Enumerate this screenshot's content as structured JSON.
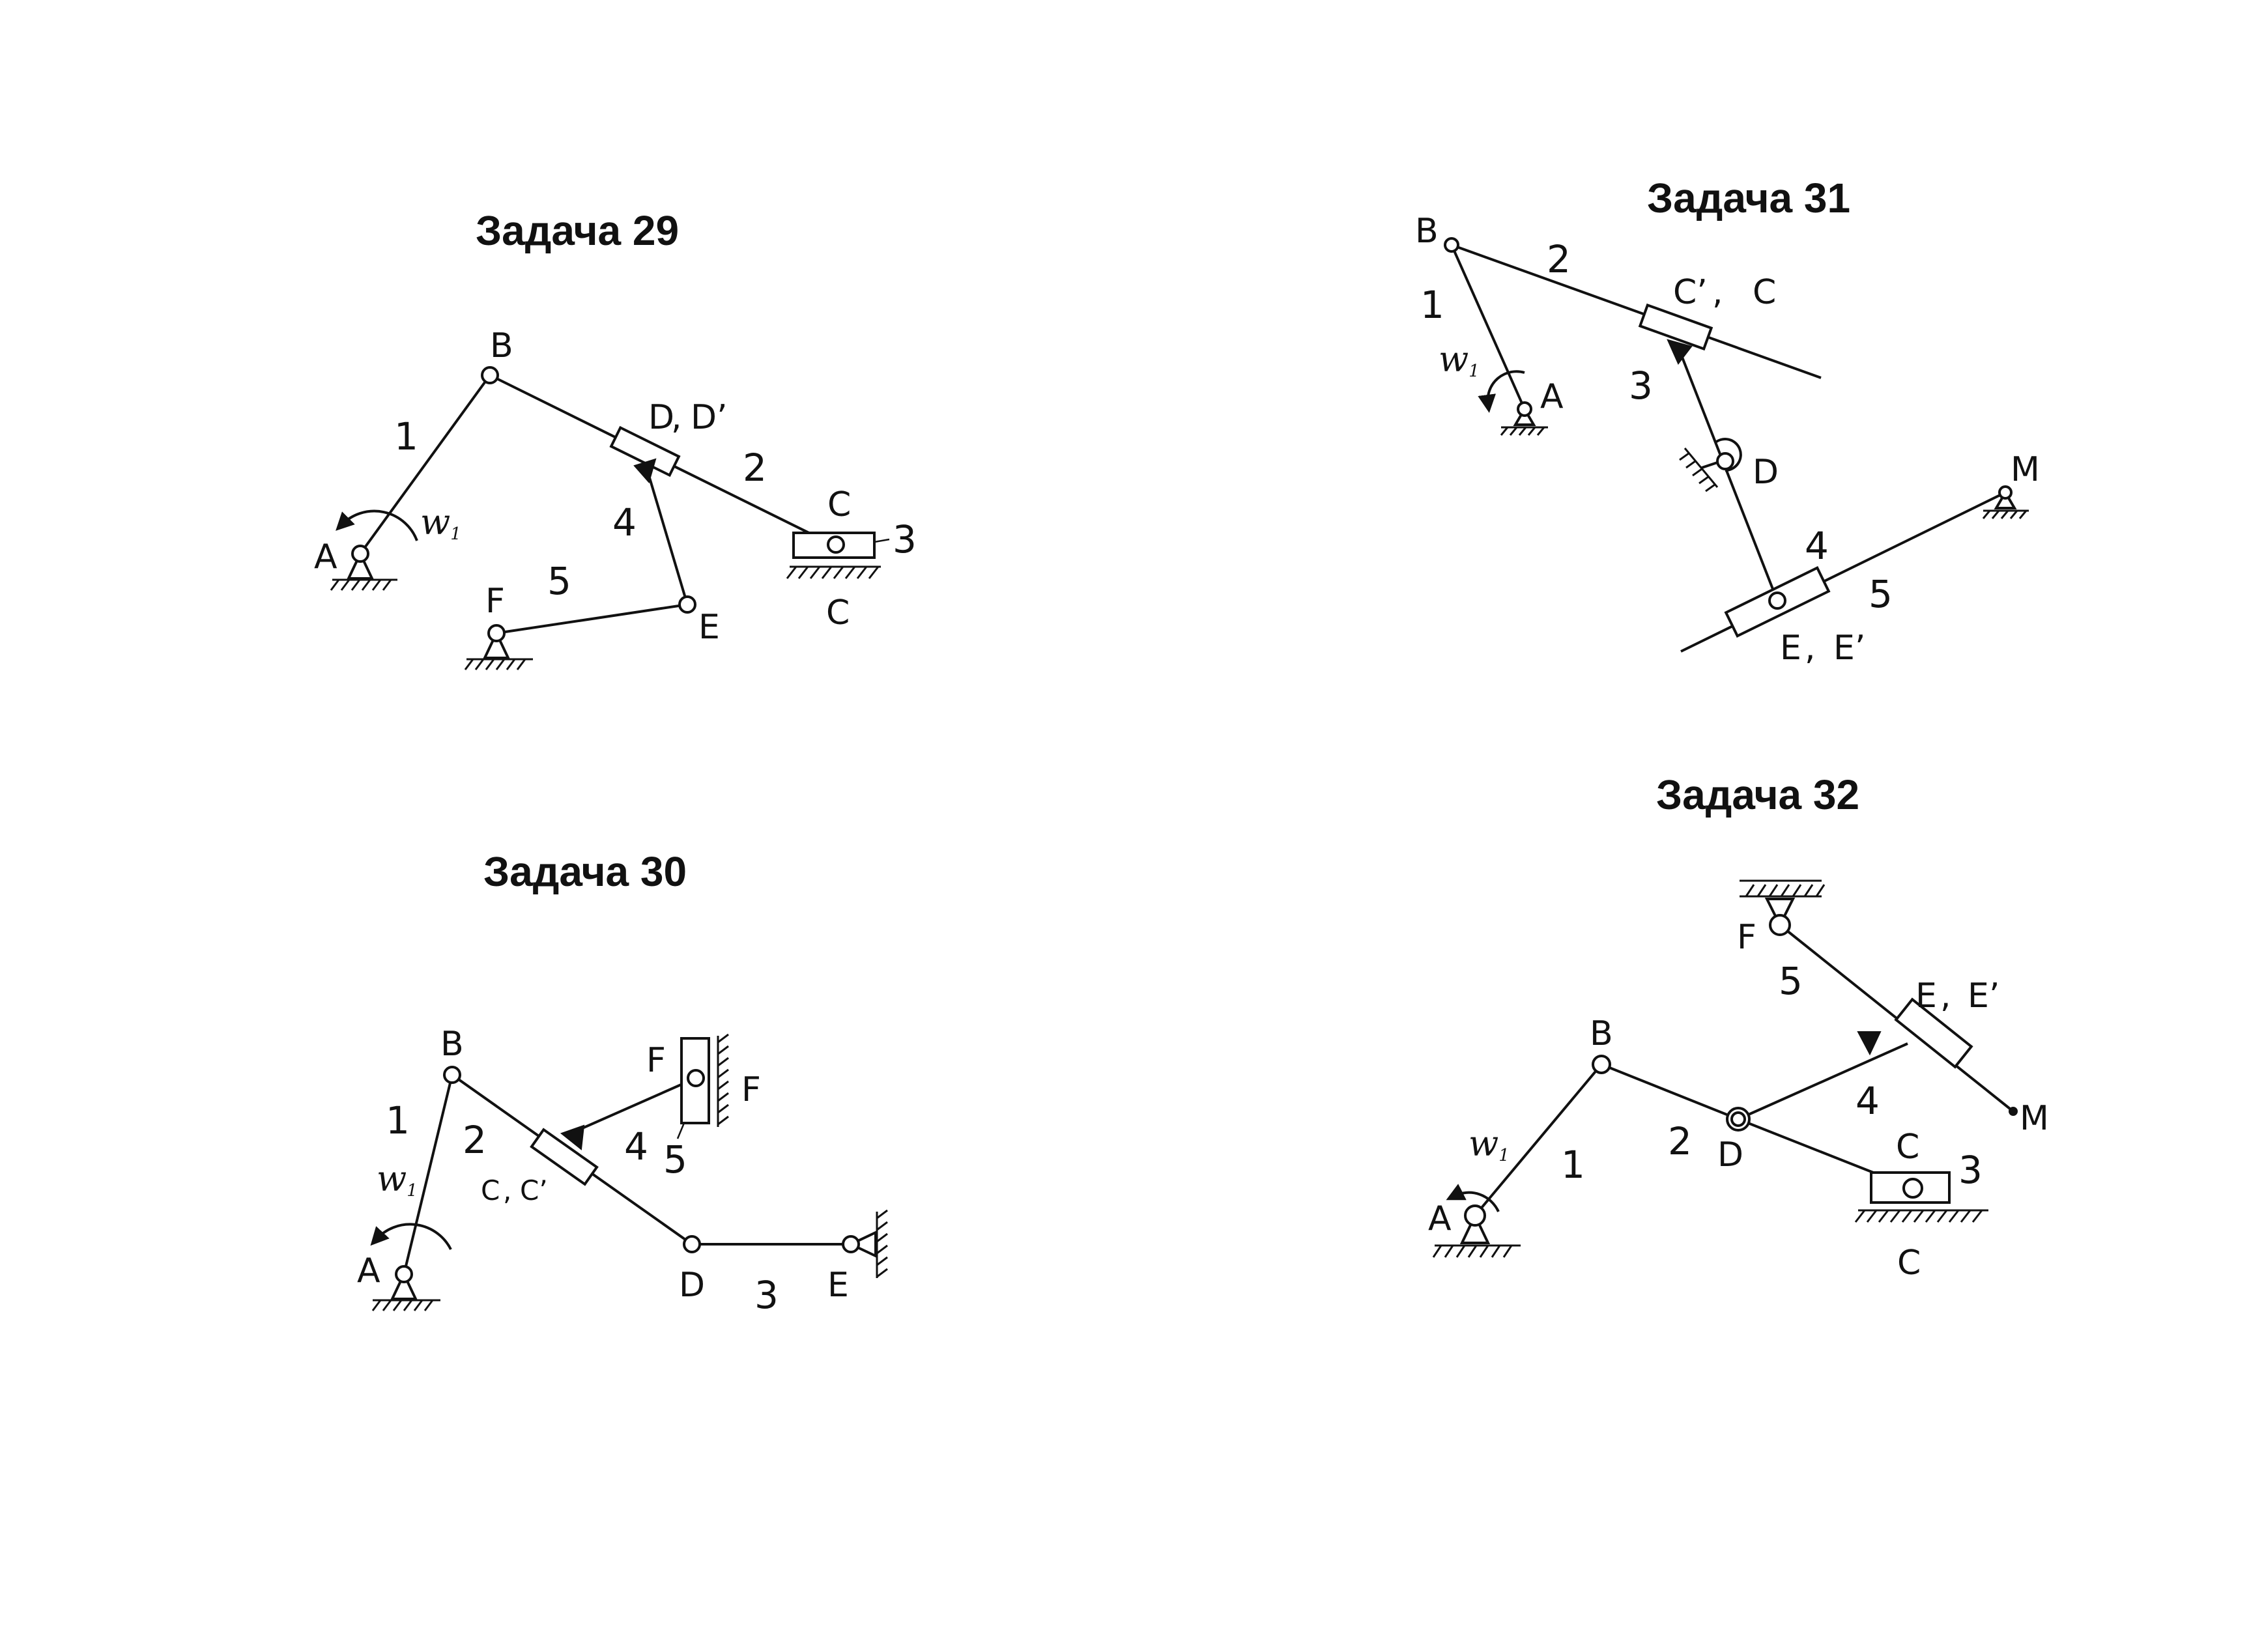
{
  "problems": [
    {
      "title": "Задача 29",
      "labels": {
        "A": "A",
        "B": "B",
        "C": "C",
        "C0": "C",
        "D": "D",
        "Dp": "D’",
        "E": "E",
        "F": "F",
        "n1": "1",
        "n2": "2",
        "n3": "3",
        "n4": "4",
        "n5": "5",
        "w": "w",
        "w_sub": "1"
      }
    },
    {
      "title": "Задача 30",
      "labels": {
        "A": "A",
        "B": "B",
        "C": "C",
        "Cp": "C’",
        "D": "D",
        "E": "E",
        "F": "F",
        "F2": "F",
        "n1": "1",
        "n2": "2",
        "n3": "3",
        "n4": "4",
        "n5": "5",
        "w": "w",
        "w_sub": "1"
      }
    },
    {
      "title": "Задача 31",
      "labels": {
        "A": "A",
        "B": "B",
        "C": "C",
        "Cp": "C’",
        "D": "D",
        "E": "E",
        "Ep": "E’",
        "M": "M",
        "n1": "1",
        "n2": "2",
        "n3": "3",
        "n4": "4",
        "n5": "5",
        "w": "w",
        "w_sub": "1"
      }
    },
    {
      "title": "Задача 32",
      "labels": {
        "A": "A",
        "B": "B",
        "C": "C",
        "C0": "C",
        "D": "D",
        "E": "E",
        "Ep": "E’",
        "F": "F",
        "M": "M",
        "n1": "1",
        "n2": "2",
        "n3": "3",
        "n4": "4",
        "n5": "5",
        "w": "w",
        "w_sub": "1"
      }
    }
  ],
  "separator": ","
}
